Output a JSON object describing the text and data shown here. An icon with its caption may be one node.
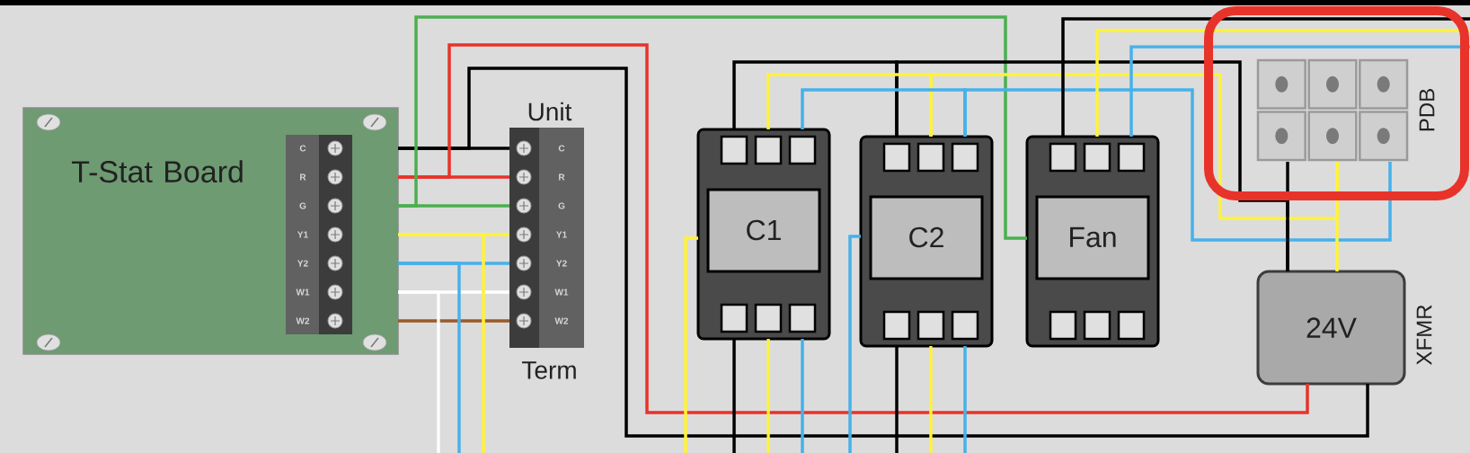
{
  "diagram": {
    "nodes": [
      {
        "text": [
          "T-Stat Board"
        ]
      },
      {
        "text": [
          "C",
          "R",
          "G",
          "Y1",
          "Y2",
          "W1",
          "W2"
        ],
        "in": 0
      },
      {
        "text": [
          "Unit",
          "C",
          "R",
          "G",
          "Y1",
          "Y2",
          "W1",
          "W2"
        ],
        "beside": [
          "Term"
        ]
      },
      {
        "text": [
          "C1"
        ]
      },
      {
        "text": [
          "C2"
        ]
      },
      {
        "text": [
          "Fan"
        ]
      },
      {
        "text": [],
        "shape": "box",
        "beside": [
          "PDB"
        ]
      },
      {
        "text": [
          "24V"
        ],
        "beside": [
          "XFMR"
        ]
      }
    ],
    "edges": [
      {
        "from": 0,
        "to": 2,
        "arrow": "none",
        "color": "#000000"
      },
      {
        "from": 0,
        "to": 2,
        "arrow": "none",
        "color": "#e8332a"
      },
      {
        "from": 0,
        "to": 2,
        "arrow": "none",
        "color": "#4caf50"
      },
      {
        "from": 0,
        "to": 2,
        "arrow": "none",
        "color": "#fff23a"
      },
      {
        "from": 0,
        "to": 2,
        "arrow": "none",
        "color": "#46b1ea"
      },
      {
        "from": 0,
        "to": 2,
        "arrow": "none",
        "color": "#ffffff"
      },
      {
        "from": 0,
        "to": 2,
        "arrow": "none",
        "color": "#9a5a2a"
      },
      {
        "from": 0,
        "to": 7,
        "arrow": "none",
        "color": "#000000"
      },
      {
        "from": 0,
        "to": 7,
        "arrow": "none",
        "color": "#e8332a"
      },
      {
        "from": 0,
        "to": 5,
        "arrow": "none",
        "color": "#4caf50"
      },
      {
        "from": 0,
        "to": null,
        "arrow": "none",
        "color": "#fff23a"
      },
      {
        "from": 0,
        "to": null,
        "arrow": "none",
        "color": "#46b1ea"
      },
      {
        "from": 0,
        "to": null,
        "arrow": "none",
        "color": "#ffffff"
      },
      {
        "from": null,
        "to": 3,
        "arrow": "none",
        "color": "#fff23a"
      },
      {
        "from": null,
        "to": 4,
        "arrow": "none",
        "color": "#46b1ea"
      },
      {
        "from": 3,
        "to": 4,
        "arrow": "none",
        "color": "#000000"
      },
      {
        "from": 4,
        "to": 7,
        "arrow": "none",
        "color": "#000000"
      },
      {
        "from": 3,
        "to": 4,
        "arrow": "none",
        "color": "#fff23a"
      },
      {
        "from": 4,
        "to": 6,
        "arrow": "none",
        "color": "#fff23a"
      },
      {
        "from": 3,
        "to": 4,
        "arrow": "none",
        "color": "#46b1ea"
      },
      {
        "from": 4,
        "to": 6,
        "arrow": "none",
        "color": "#46b1ea"
      },
      {
        "from": 5,
        "to": null,
        "arrow": "none",
        "color": "#000000"
      },
      {
        "from": 5,
        "to": null,
        "arrow": "none",
        "color": "#fff23a"
      },
      {
        "from": 5,
        "to": null,
        "arrow": "none",
        "color": "#46b1ea"
      },
      {
        "from": 6,
        "to": 7,
        "arrow": "none",
        "color": "#fff23a"
      },
      {
        "from": 6,
        "to": 7,
        "arrow": "none",
        "color": "#000000"
      },
      {
        "from": 3,
        "to": null,
        "arrow": "none",
        "color": "#000000"
      },
      {
        "from": 3,
        "to": null,
        "arrow": "none",
        "color": "#fff23a"
      },
      {
        "from": 3,
        "to": null,
        "arrow": "none",
        "color": "#46b1ea"
      },
      {
        "from": 4,
        "to": null,
        "arrow": "none",
        "color": "#000000"
      },
      {
        "from": 4,
        "to": null,
        "arrow": "none",
        "color": "#fff23a"
      },
      {
        "from": 4,
        "to": null,
        "arrow": "none",
        "color": "#46b1ea"
      }
    ]
  }
}
